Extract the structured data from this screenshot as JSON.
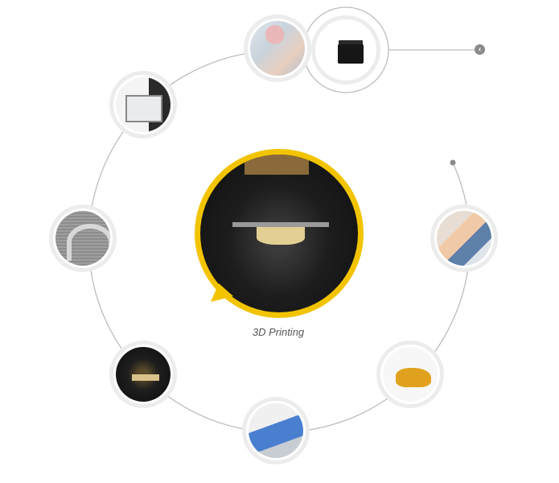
{
  "center": {
    "label": "3D Printing",
    "accent": "#f2c400"
  },
  "nav": {
    "back_icon": "chevron-left-icon",
    "back_glyph": "‹"
  },
  "steps": [
    {
      "name": "intraoral-scan"
    },
    {
      "name": "scanner-device"
    },
    {
      "name": "cad-design"
    },
    {
      "name": "digital-model"
    },
    {
      "name": "3d-printer"
    },
    {
      "name": "post-processing"
    },
    {
      "name": "finished-restoration"
    },
    {
      "name": "patient-treatment"
    }
  ]
}
